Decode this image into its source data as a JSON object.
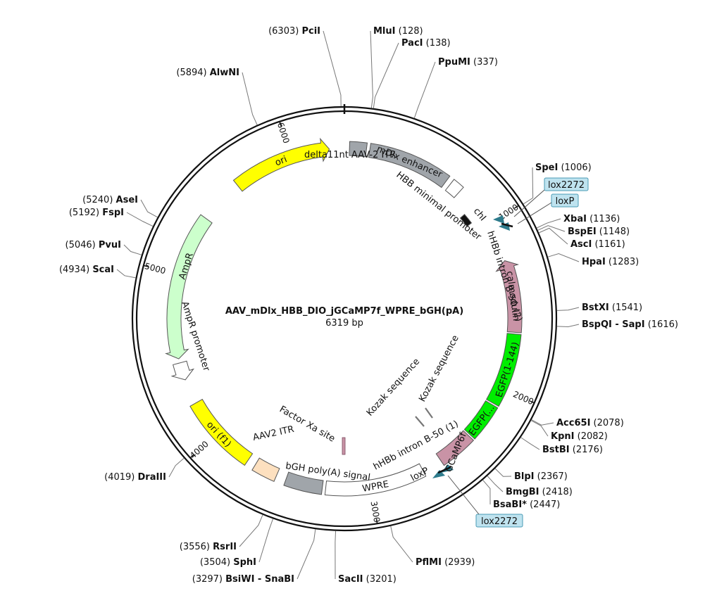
{
  "plasmid": {
    "name": "AAV_mDlx_HBB_DIO_jGCaMP7f_WPRE_bGH(pA)",
    "size_label": "6319 bp",
    "length": 6319
  },
  "ticks": [
    {
      "pos": 1000,
      "label": "1000"
    },
    {
      "pos": 2000,
      "label": "2000"
    },
    {
      "pos": 3000,
      "label": "3000"
    },
    {
      "pos": 4000,
      "label": "4000"
    },
    {
      "pos": 5000,
      "label": "5000"
    },
    {
      "pos": 6000,
      "label": "6000"
    }
  ],
  "sites": [
    {
      "name": "PciI",
      "pos": 6303,
      "pos_label": "(6303)"
    },
    {
      "name": "MluI",
      "pos": 128,
      "pos_label": "(128)"
    },
    {
      "name": "PacI",
      "pos": 138,
      "pos_label": "(138)"
    },
    {
      "name": "PpuMI",
      "pos": 337,
      "pos_label": "(337)"
    },
    {
      "name": "SpeI",
      "pos": 1006,
      "pos_label": "(1006)"
    },
    {
      "name": "XbaI",
      "pos": 1136,
      "pos_label": "(1136)"
    },
    {
      "name": "BspEI",
      "pos": 1148,
      "pos_label": "(1148)"
    },
    {
      "name": "AscI",
      "pos": 1161,
      "pos_label": "(1161)"
    },
    {
      "name": "HpaI",
      "pos": 1283,
      "pos_label": "(1283)"
    },
    {
      "name": "BstXI",
      "pos": 1541,
      "pos_label": "(1541)"
    },
    {
      "name": "BspQI - SapI",
      "pos": 1616,
      "pos_label": "(1616)"
    },
    {
      "name": "Acc65I",
      "pos": 2078,
      "pos_label": "(2078)"
    },
    {
      "name": "KpnI",
      "pos": 2082,
      "pos_label": "(2082)"
    },
    {
      "name": "BstBI",
      "pos": 2176,
      "pos_label": "(2176)"
    },
    {
      "name": "BlpI",
      "pos": 2367,
      "pos_label": "(2367)"
    },
    {
      "name": "BmgBI",
      "pos": 2418,
      "pos_label": "(2418)"
    },
    {
      "name": "BsaBI*",
      "pos": 2447,
      "pos_label": "(2447)"
    },
    {
      "name": "PflMI",
      "pos": 2939,
      "pos_label": "(2939)"
    },
    {
      "name": "SacII",
      "pos": 3201,
      "pos_label": "(3201)"
    },
    {
      "name": "BsiWI - SnaBI",
      "pos": 3297,
      "pos_label": "(3297)"
    },
    {
      "name": "SphI",
      "pos": 3504,
      "pos_label": "(3504)"
    },
    {
      "name": "RsrII",
      "pos": 3556,
      "pos_label": "(3556)"
    },
    {
      "name": "DraIII",
      "pos": 4019,
      "pos_label": "(4019)"
    },
    {
      "name": "ScaI",
      "pos": 4934,
      "pos_label": "(4934)"
    },
    {
      "name": "PvuI",
      "pos": 5046,
      "pos_label": "(5046)"
    },
    {
      "name": "FspI",
      "pos": 5192,
      "pos_label": "(5192)"
    },
    {
      "name": "AseI",
      "pos": 5240,
      "pos_label": "(5240)"
    },
    {
      "name": "AlwNI",
      "pos": 5894,
      "pos_label": "(5894)"
    }
  ],
  "features": [
    {
      "id": "ori",
      "label": "ori",
      "start": 5640,
      "end": 6230,
      "color": "#ffff00",
      "dir": 1,
      "track": "outer"
    },
    {
      "id": "itr5",
      "label": "delta11nt AAV-2 ITR",
      "start": 30,
      "end": 130,
      "color": "#a0a5aa",
      "dir": 0,
      "track": "outer"
    },
    {
      "id": "mdlx",
      "label": "mDlx enhancer",
      "start": 150,
      "end": 640,
      "color": "#a0a5aa",
      "dir": 0,
      "track": "outer"
    },
    {
      "id": "hbb",
      "label": "HBB minimal promoter",
      "start": 670,
      "end": 740,
      "color": "#ffffff",
      "dir": 0,
      "track": "outer"
    },
    {
      "id": "chi",
      "label": "chI",
      "start": 860,
      "end": 930,
      "color": "#111111",
      "dir": 0,
      "track": "inner"
    },
    {
      "id": "calm",
      "label": "calmodulin",
      "start": 1230,
      "end": 1660,
      "color": "#c993a6",
      "dir": -1,
      "track": "outer"
    },
    {
      "id": "egfp1",
      "label": "EGFP(1-144)",
      "start": 1670,
      "end": 2100,
      "color": "#00ee00",
      "dir": 0,
      "track": "outer"
    },
    {
      "id": "egfp2",
      "label": "EGFP(...",
      "start": 2110,
      "end": 2330,
      "color": "#00ee00",
      "dir": 0,
      "track": "outer"
    },
    {
      "id": "gcamp",
      "label": "GCaMP6f",
      "start": 2340,
      "end": 2560,
      "color": "#c993a6",
      "dir": 0,
      "track": "outer"
    },
    {
      "id": "wpre",
      "label": "WPRE",
      "start": 2680,
      "end": 3270,
      "color": "#ffffff",
      "dir": 0,
      "track": "outer"
    },
    {
      "id": "bgh",
      "label": "bGH poly(A) signal",
      "start": 3290,
      "end": 3510,
      "color": "#a0a5aa",
      "dir": 0,
      "track": "outer"
    },
    {
      "id": "itr3",
      "label": "AAV2 ITR",
      "start": 3570,
      "end": 3710,
      "color": "#fde0bf",
      "dir": 0,
      "track": "outer"
    },
    {
      "id": "f1",
      "label": "ori (f1)",
      "start": 3760,
      "end": 4220,
      "color": "#ffff00",
      "dir": 0,
      "track": "outer"
    },
    {
      "id": "ampp",
      "label": "AmpR promoter",
      "start": 4370,
      "end": 4475,
      "color": "#ffffff",
      "dir": -1,
      "track": "outer"
    },
    {
      "id": "ampr",
      "label": "AmpR",
      "start": 4500,
      "end": 5370,
      "color": "#ccffcc",
      "dir": -1,
      "track": "outer"
    }
  ],
  "inner_labels": {
    "itr5": "delta11nt AAV-2 ITR",
    "hbb": "HBB minimal promoter",
    "chi": "chI",
    "intron2": "hHBb intron B-50 (2)",
    "intron1": "hHBb intron B-50 (1)",
    "loxp_in": "loxP",
    "gcamp": "GCaMP6f",
    "kozak1": "Kozak sequence",
    "kozak2": "Kozak sequence",
    "factorxa": "Factor Xa site",
    "bgh": "bGH poly(A) signal",
    "itr3": "AAV2 ITR",
    "ampp": "AmpR promoter",
    "ampr": "AmpR"
  },
  "badges": {
    "lox2272_top": "lox2272",
    "loxp_top": "loxP",
    "lox2272_bottom": "lox2272"
  },
  "colors": {
    "lox": "#2d7b8c",
    "badge_fill": "#bfe3ef",
    "badge_stroke": "#4a9bb5"
  }
}
